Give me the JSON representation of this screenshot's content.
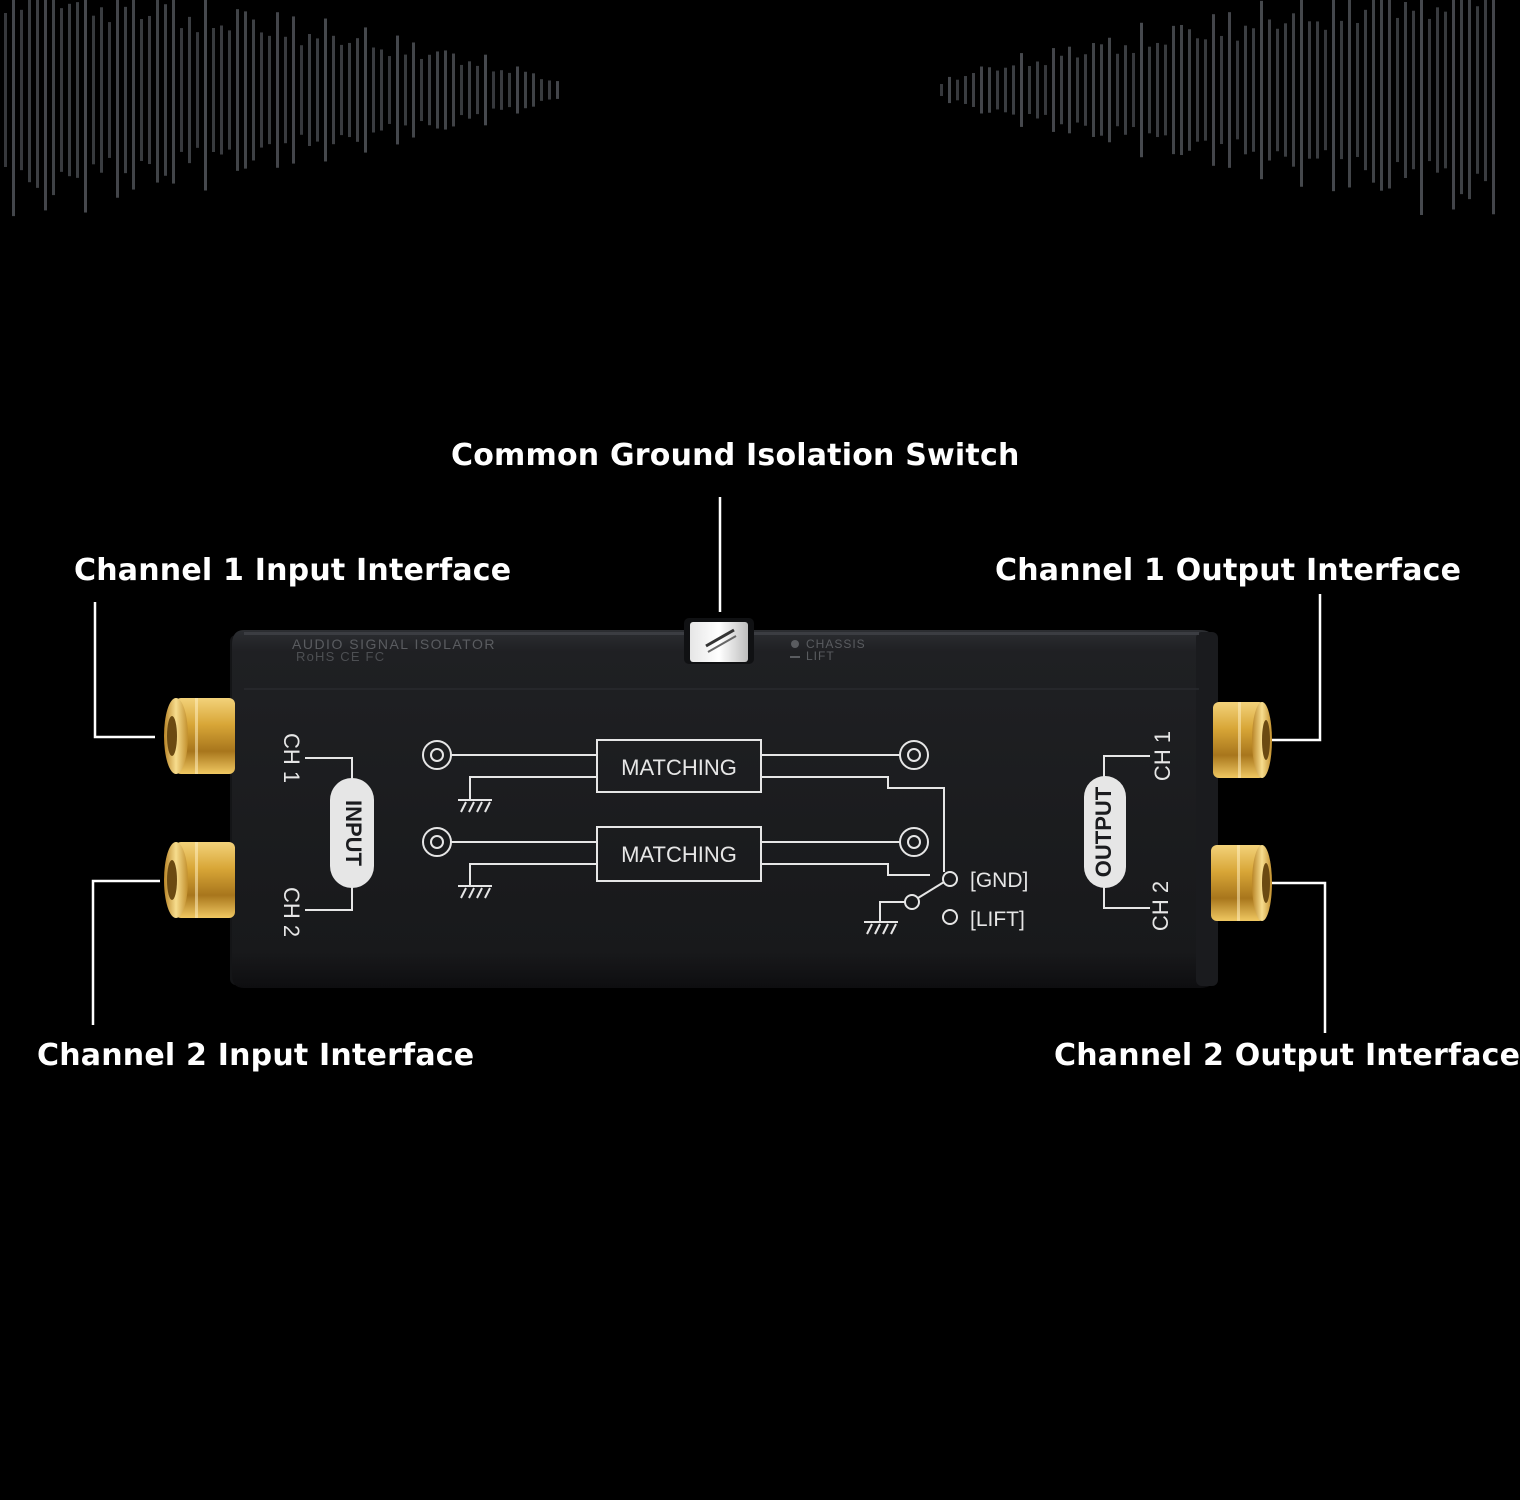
{
  "callouts": {
    "switch": "Common Ground Isolation Switch",
    "ch1_input": "Channel 1 Input Interface",
    "ch1_output": "Channel 1 Output Interface",
    "ch2_input": "Channel 2 Input Interface",
    "ch2_output": "Channel 2 Output Interface"
  },
  "device": {
    "top_label": "AUDIO SIGNAL ISOLATOR",
    "cert_marks": "RoHS CE FC",
    "switch_labels": [
      "CHASSIS",
      "LIFT"
    ],
    "matching_label": "MATCHING",
    "input_label": "INPUT",
    "output_label": "OUTPUT",
    "ch1": "CH 1",
    "ch2": "CH 2",
    "gnd": "[GND]",
    "lift": "[LIFT]"
  },
  "colors": {
    "background": "#000000",
    "body": "#1b1c1f",
    "gold": "#d8a637",
    "print": "#e6e6e6",
    "wave": "#4a4d52"
  }
}
